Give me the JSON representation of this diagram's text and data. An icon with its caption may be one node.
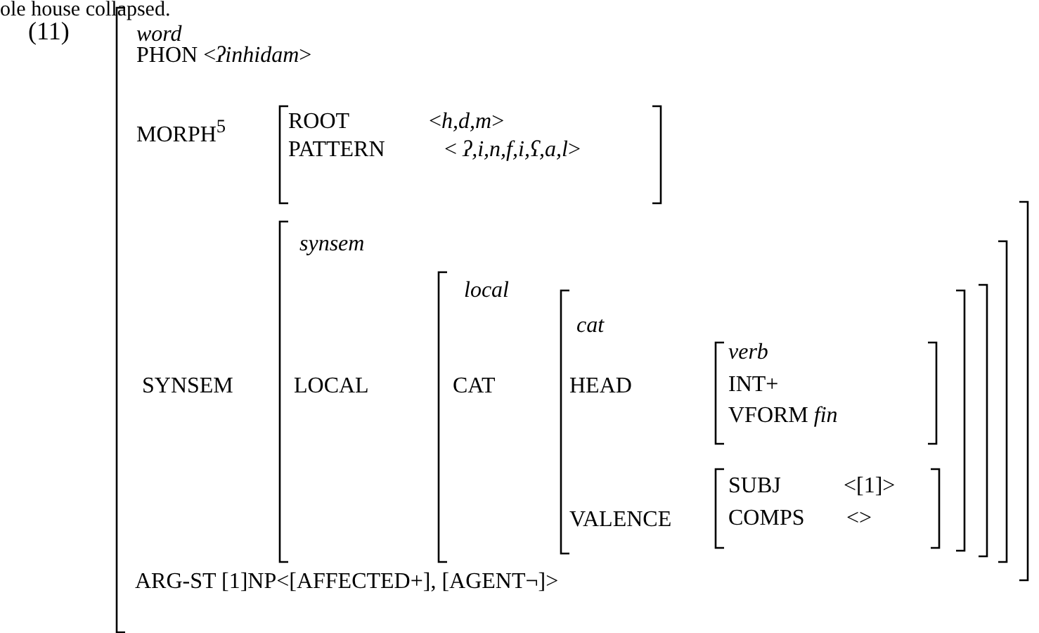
{
  "diagram": {
    "nodes": [
      {
        "text": [
          "word",
          "PHON <*ʔinhidam*>",
          "MORPH$^{5}$",
          "SYNSEM",
          "ARG-ST [1]NP<[AFFECTED+], [AGENT¬]>"
        ]
      },
      {
        "text": [
          "ROOT",
          "<*h,d,m*>",
          "PATTERN",
          "< *ʔ,i,n,f,i,ʕ,a,l*>"
        ],
        "in": 0
      },
      {
        "text": [
          "synsem",
          "LOCAL"
        ],
        "in": 0
      },
      {
        "text": [
          "local",
          "CAT"
        ],
        "in": 2
      },
      {
        "text": [
          "cat",
          "HEAD",
          "VALENCE"
        ],
        "in": 3
      },
      {
        "text": [
          "verb",
          "INT+",
          "VFORM *fin*"
        ],
        "in": 4
      },
      {
        "text": [
          "SUBJ",
          "<[1]>",
          "COMPS",
          "<>"
        ],
        "in": 4
      }
    ],
    "labels": [
      "ole house collapsed.",
      "(11)"
    ]
  }
}
